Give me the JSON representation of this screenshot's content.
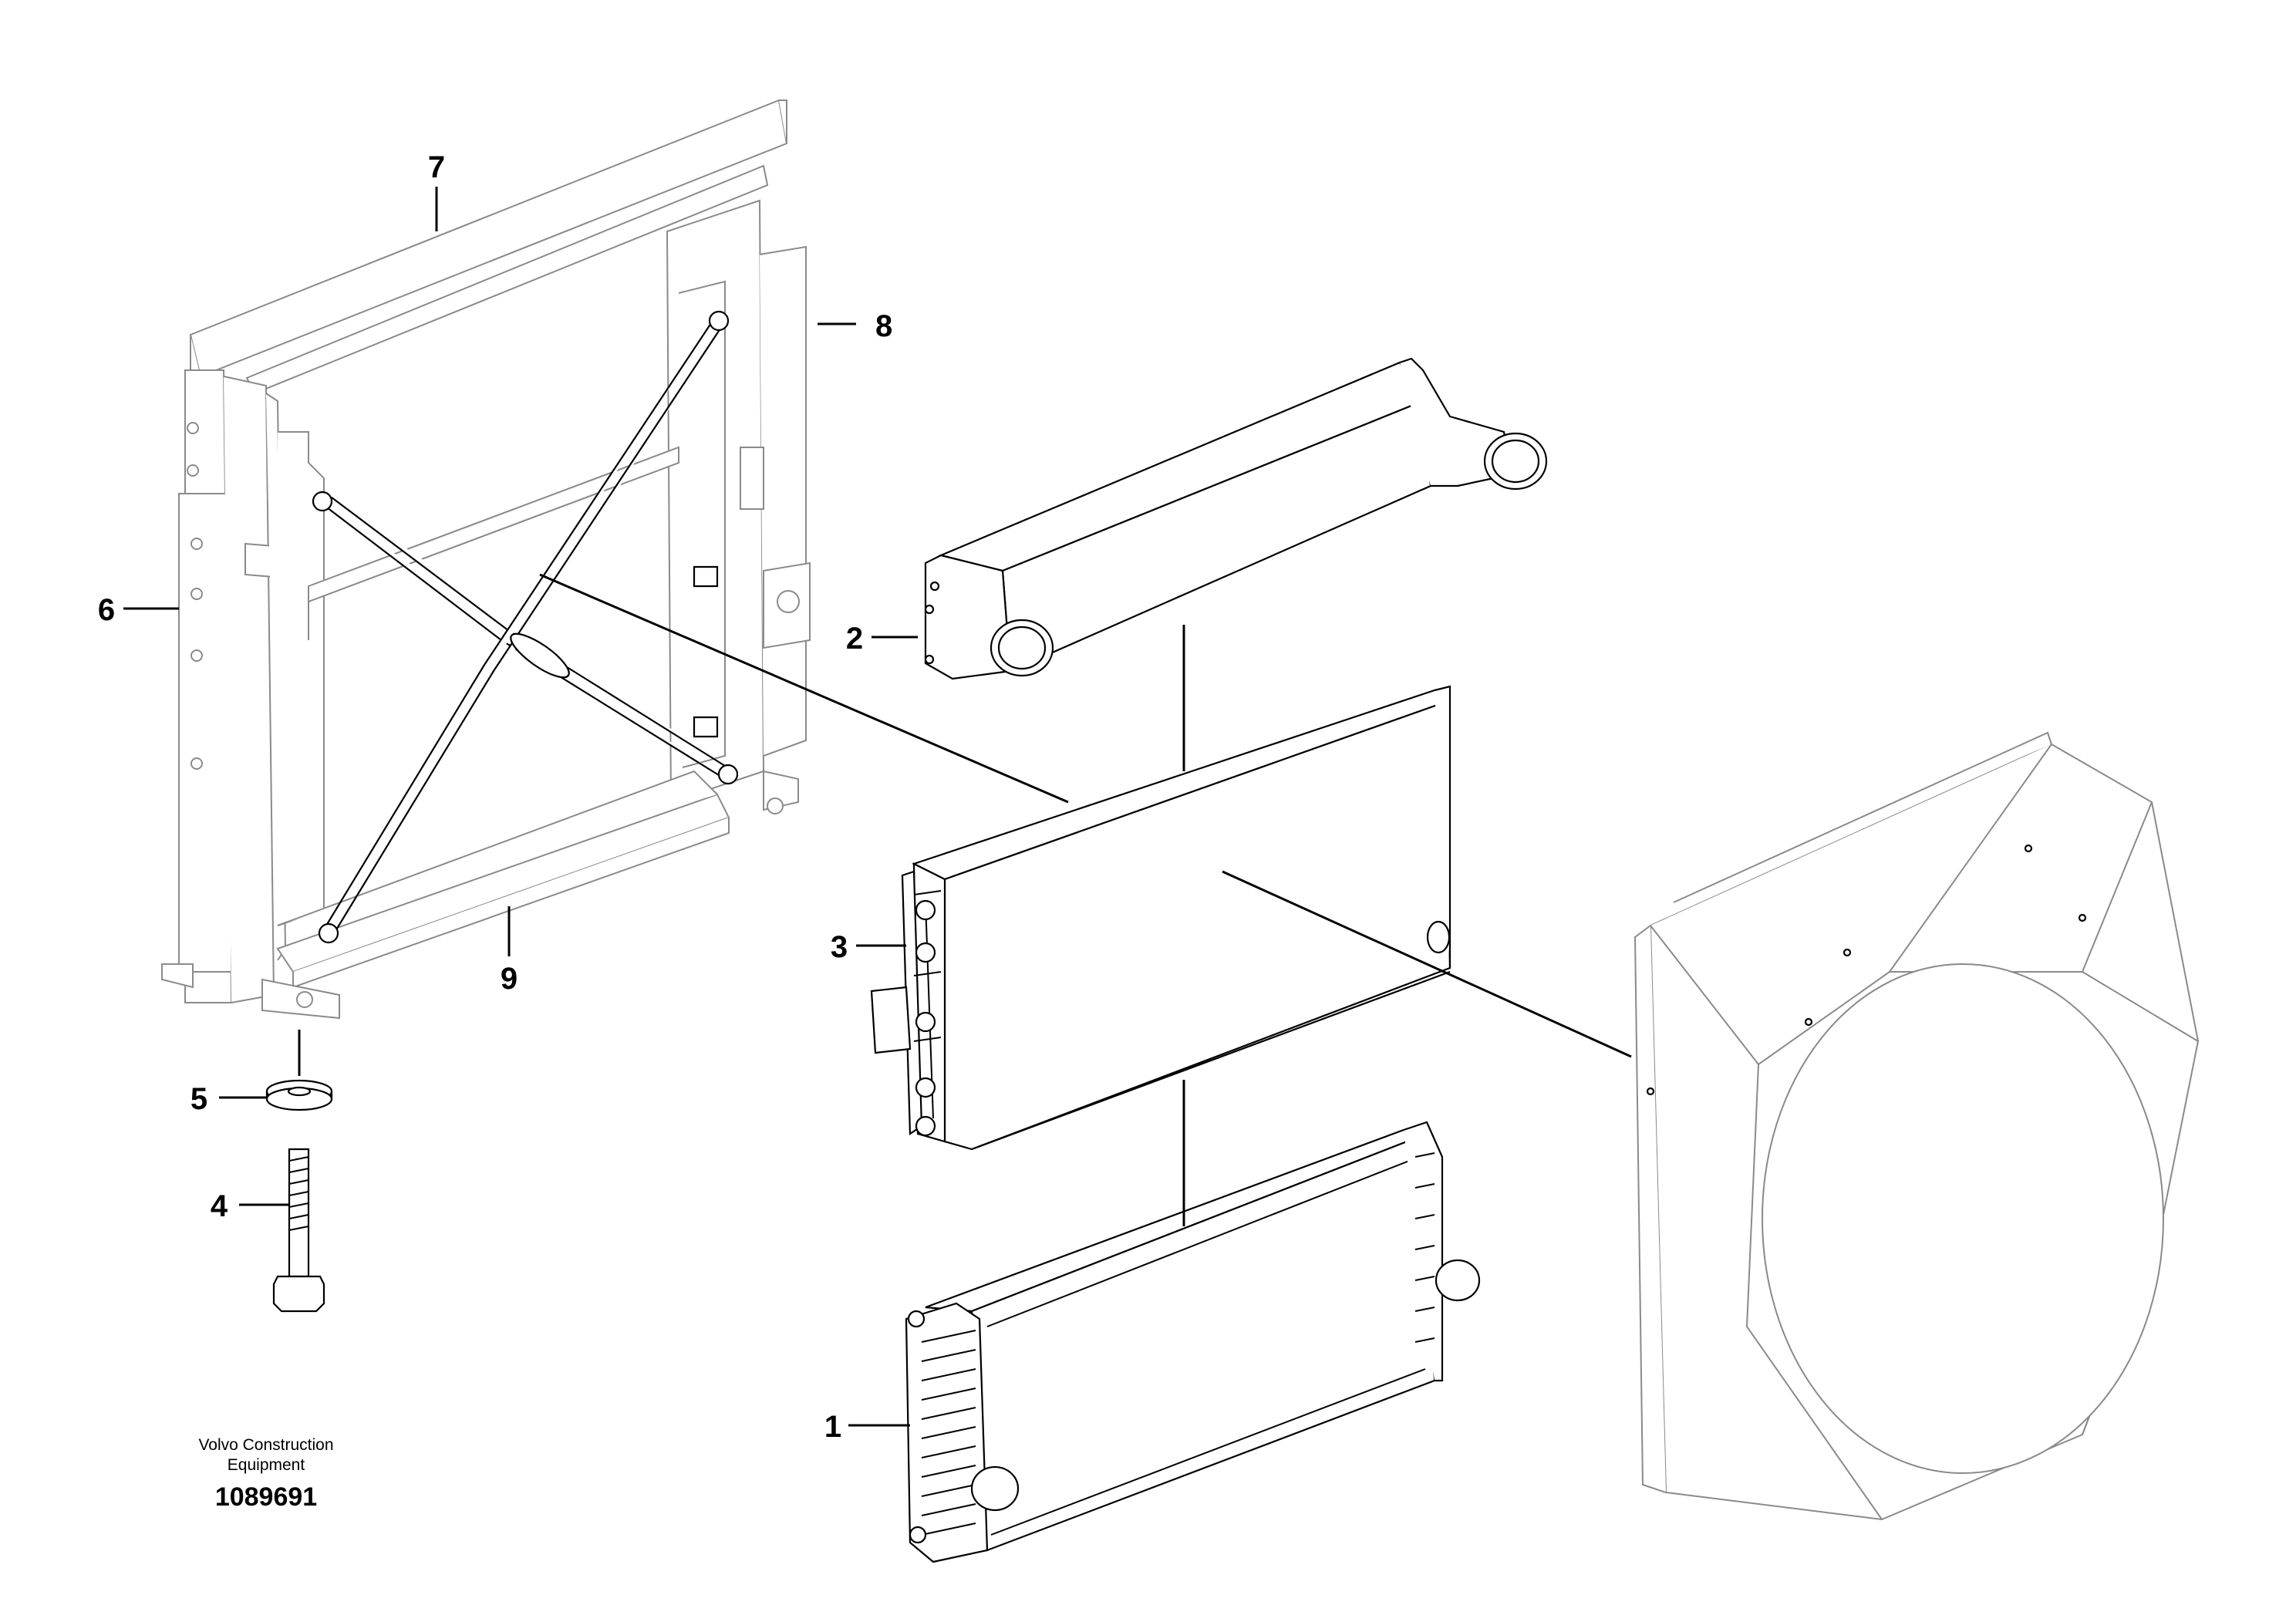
{
  "callouts": [
    "1",
    "2",
    "3",
    "4",
    "5",
    "6",
    "7",
    "8",
    "9"
  ],
  "footer": {
    "brand_line1": "Volvo Construction",
    "brand_line2": "Equipment",
    "drawing_number": "1089691"
  }
}
